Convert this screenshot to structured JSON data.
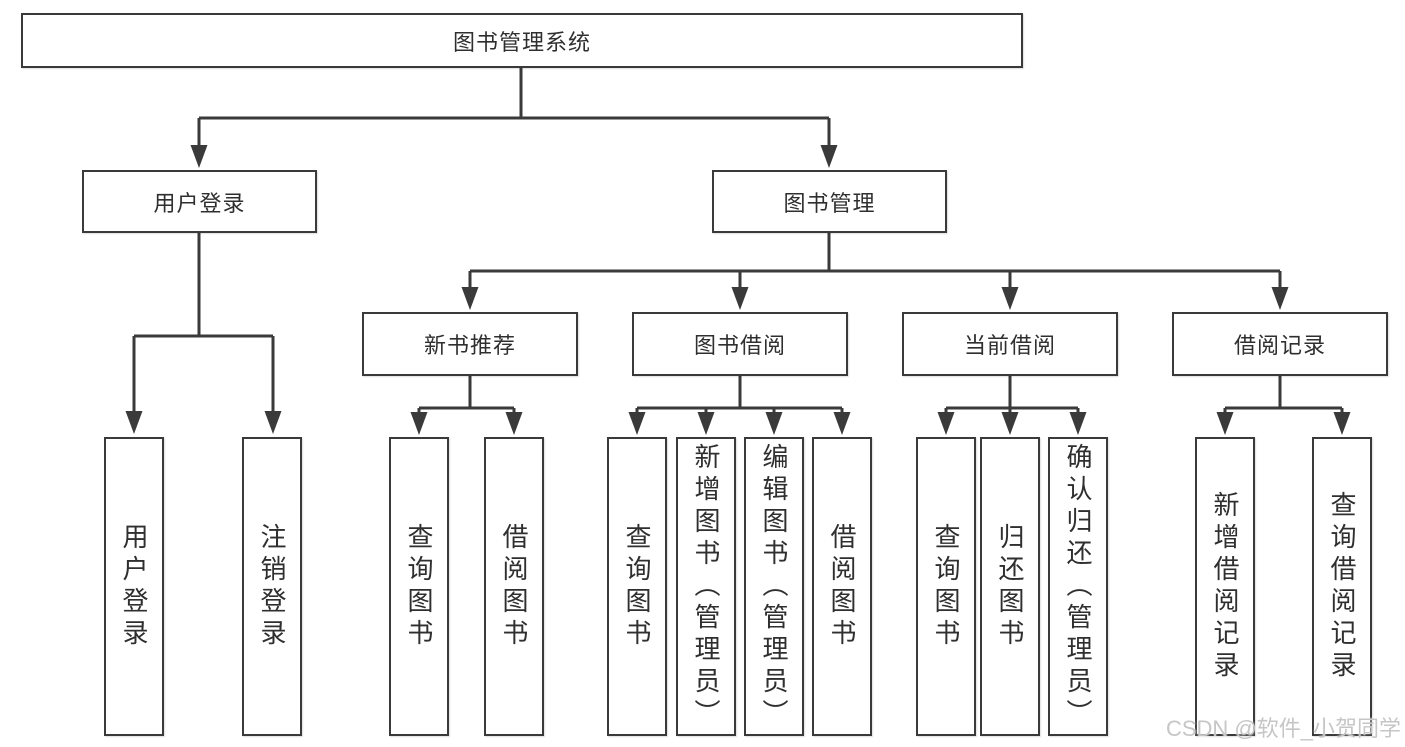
{
  "tree": {
    "root": {
      "label": "图书管理系统",
      "children": [
        {
          "label": "用户登录",
          "children": [
            {
              "label": "用户登录"
            },
            {
              "label": "注销登录"
            }
          ]
        },
        {
          "label": "图书管理",
          "children": [
            {
              "label": "新书推荐",
              "children": [
                {
                  "label": "查询图书"
                },
                {
                  "label": "借阅图书"
                }
              ]
            },
            {
              "label": "图书借阅",
              "children": [
                {
                  "label": "查询图书"
                },
                {
                  "label": "新增图书（管理员）"
                },
                {
                  "label": "编辑图书（管理员）"
                },
                {
                  "label": "借阅图书"
                }
              ]
            },
            {
              "label": "当前借阅",
              "children": [
                {
                  "label": "查询图书"
                },
                {
                  "label": "归还图书"
                },
                {
                  "label": "确认归还（管理员）"
                }
              ]
            },
            {
              "label": "借阅记录",
              "children": [
                {
                  "label": "新增借阅记录"
                },
                {
                  "label": "查询借阅记录"
                }
              ]
            }
          ]
        }
      ]
    }
  },
  "watermark": {
    "text": "CSDN @软件_小贺同学"
  },
  "colors": {
    "background": "#ffffff",
    "box_fill": "#ffffff",
    "box_border": "#3a3a3a",
    "line": "#3a3a3a",
    "text": "#2f2f2f",
    "watermark": "#c6c6c6"
  }
}
